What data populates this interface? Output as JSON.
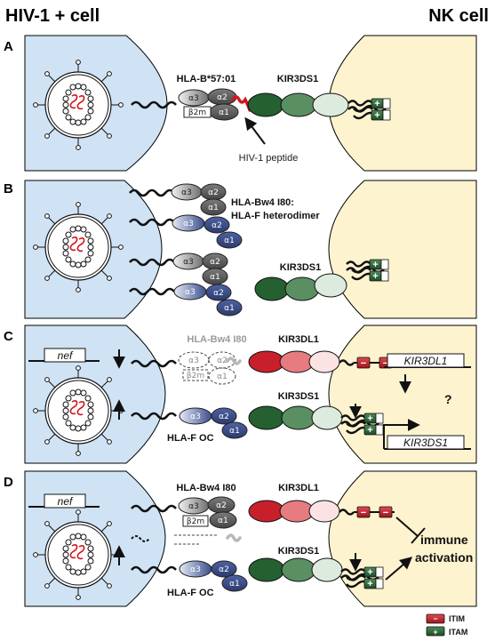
{
  "headers": {
    "left": "HIV-1 + cell",
    "right": "NK cell"
  },
  "panels": [
    {
      "id": "A",
      "labels": {
        "hla": "HLA-B*57:01",
        "kir": "KIR3DS1",
        "peptide": "HIV-1 peptide"
      },
      "domains": [
        "α3",
        "α2",
        "α1",
        "β2m"
      ]
    },
    {
      "id": "B",
      "labels": {
        "hla_line1": "HLA-Bw4 I80:",
        "hla_line2": "HLA-F heterodimer",
        "kir": "KIR3DS1"
      },
      "domains": [
        "α3",
        "α2",
        "α1"
      ]
    },
    {
      "id": "C",
      "labels": {
        "gene_nef": "nef",
        "hla_gray": "HLA-Bw4 I80",
        "kir_top": "KIR3DL1",
        "kir_bottom": "KIR3DS1",
        "hla_bottom": "HLA-F OC",
        "gene_kir3dl1": "KIR3DL1",
        "gene_kir3ds1": "KIR3DS1",
        "question": "?"
      },
      "domains": [
        "α3",
        "α2",
        "α1",
        "β2m"
      ]
    },
    {
      "id": "D",
      "labels": {
        "gene_nef": "nef",
        "hla_top": "HLA-Bw4 I80",
        "kir_top": "KIR3DL1",
        "kir_bottom": "KIR3DS1",
        "hla_bottom": "HLA-F OC",
        "outcome_line1": "immune",
        "outcome_line2": "activation"
      },
      "domains": [
        "α3",
        "α2",
        "α1",
        "β2m"
      ]
    }
  ],
  "legend": [
    {
      "label": "ITIM",
      "sign": "−",
      "color": "#c8202a"
    },
    {
      "label": "ITAM",
      "sign": "+",
      "color": "#2f6b3a"
    }
  ],
  "colors": {
    "hiv_cell": "#cfe3f5",
    "nk_cell": "#fdf3cf",
    "kir3ds1_green": "#2f6b3a",
    "kir3dl1_red": "#c8202a",
    "hla_f_blue": "#3b4f8c",
    "hla_b_gray": "#6f6f6f",
    "peptide_red": "#d4151c"
  },
  "icons": [
    "hiv-virion-icon",
    "itim-icon",
    "itam-icon"
  ]
}
